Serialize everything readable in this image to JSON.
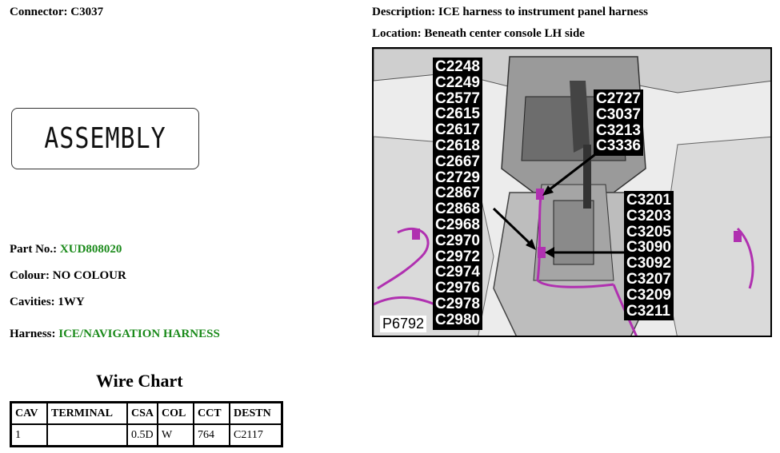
{
  "header": {
    "connector_label": "Connector:",
    "connector_value": "C3037",
    "description_label": "Description:",
    "description_value": "ICE harness to instrument panel harness",
    "location_label": "Location:",
    "location_value": "Beneath center console LH side"
  },
  "assembly": {
    "text": "ASSEMBLY"
  },
  "details": {
    "part_no_label": "Part No.:",
    "part_no_value": "XUD808020",
    "colour_label": "Colour:",
    "colour_value": "NO COLOUR",
    "cavities_label": "Cavities:",
    "cavities_value": "1WY",
    "harness_label": "Harness:",
    "harness_value": "ICE/NAVIGATION HARNESS"
  },
  "wire_chart": {
    "title": "Wire Chart",
    "headers": [
      "CAV",
      "TERMINAL",
      "CSA",
      "COL",
      "CCT",
      "DESTN"
    ],
    "rows": [
      [
        "1",
        "",
        "0.5D",
        "W",
        "764",
        "C2117"
      ]
    ]
  },
  "figure": {
    "id": "P6792",
    "left_labels": [
      "C2248",
      "C2249",
      "C2577",
      "C2615",
      "C2617",
      "C2618",
      "C2667",
      "C2729",
      "C2867",
      "C2868",
      "C2968",
      "C2970",
      "C2972",
      "C2974",
      "C2976",
      "C2978",
      "C2980"
    ],
    "top_right_labels": [
      "C2727",
      "C3037",
      "C3213",
      "C3336"
    ],
    "bottom_right_labels": [
      "C3201",
      "C3203",
      "C3205",
      "C3090",
      "C3092",
      "C3207",
      "C3209",
      "C3211"
    ]
  },
  "colors": {
    "accent_green": "#1a8a1a",
    "harness_magenta": "#b030b0"
  }
}
